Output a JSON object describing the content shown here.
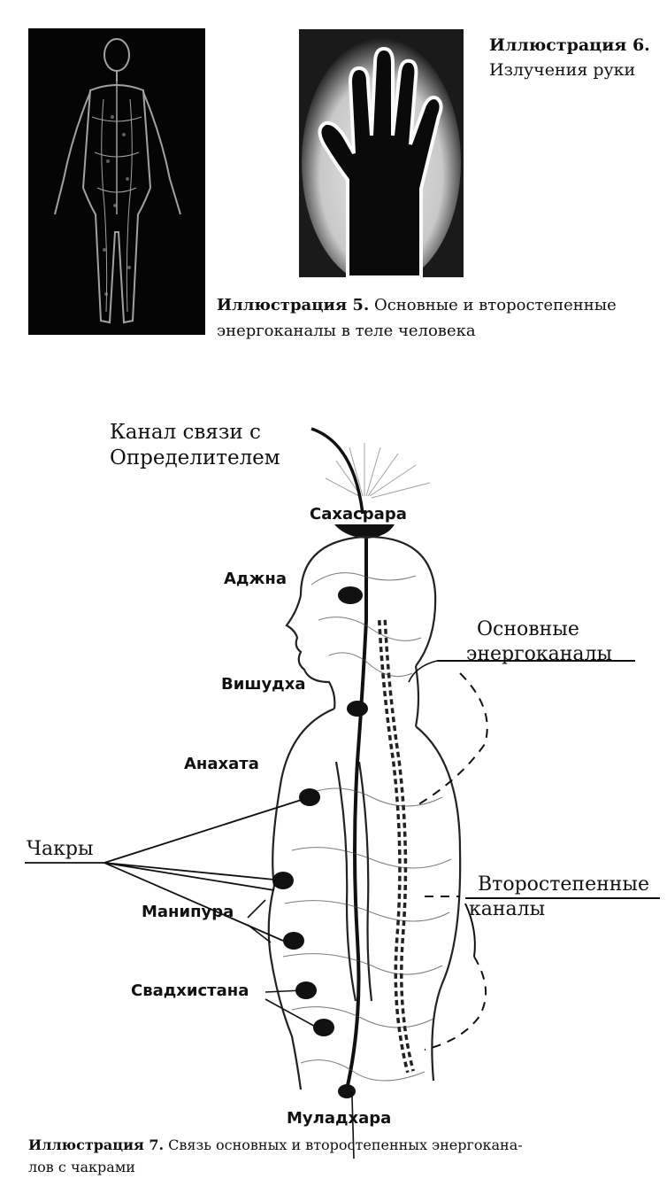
{
  "illustration6": {
    "label": "Иллюстрация 6.",
    "text": "Излучения руки"
  },
  "illustration5": {
    "label": "Иллюстрация 5.",
    "text_line1": " Основные и второстепенные",
    "text_line2": "энергоканалы в  теле человека"
  },
  "illustration7": {
    "label": "Иллюстрация 7.",
    "text_line1": " Связь основных и второстепенных энергокана-",
    "text_line2": "лов с чакрами"
  },
  "diagram": {
    "channel_label_line1": "Канал связи с",
    "channel_label_line2": "Определителем",
    "chakras": {
      "sahasrara": "Сахасрара",
      "ajna": "Аджна",
      "vishuddha": "Вишудха",
      "anahata": "Анахата",
      "manipura": "Манипура",
      "svadhisthana": "Свадхистана",
      "muladhara": "Муладхара"
    },
    "chakras_label": "Чакры",
    "main_channels_line1": "Основные",
    "main_channels_line2": "энергоканалы",
    "secondary_channels_line1": "Второстепенные",
    "secondary_channels_line2": "каналы"
  }
}
